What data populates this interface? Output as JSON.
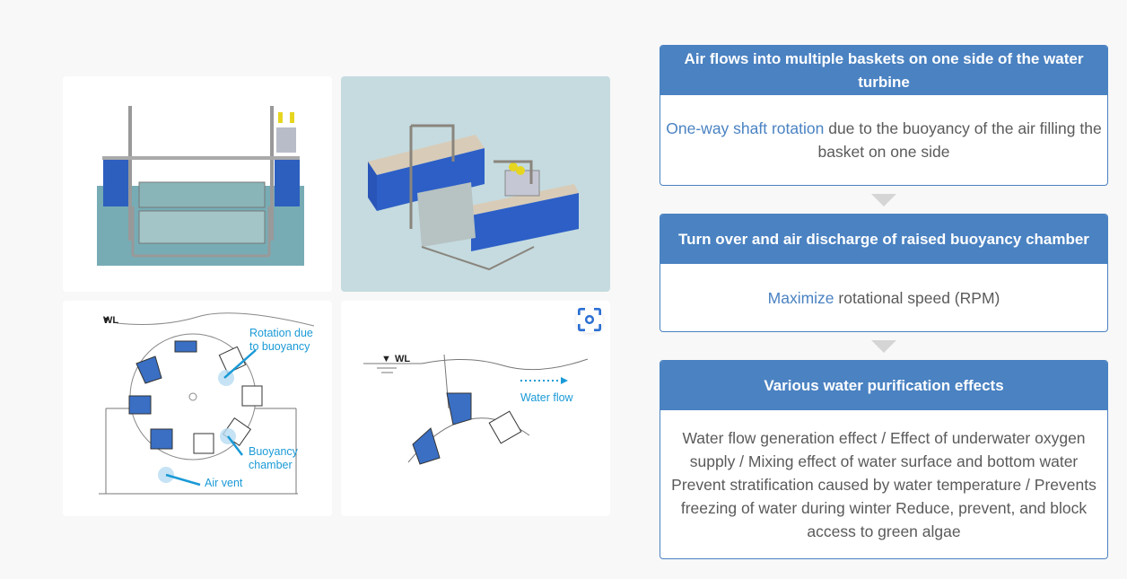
{
  "images": [
    {
      "alt": "Water turbine front view rendering"
    },
    {
      "alt": "Water turbine isometric rendering floating on water"
    },
    {
      "alt": "Rotation mechanism diagram",
      "labels": {
        "water_level": "WL",
        "rotation": "Rotation due to buoyancy",
        "rotation_line1": "Rotation due",
        "rotation_line2": "to buoyancy",
        "chamber_line1": "Buoyancy",
        "chamber_line2": "chamber",
        "air_vent": "Air vent"
      }
    },
    {
      "alt": "Water flow diagram",
      "labels": {
        "water_level": "WL",
        "water_flow": "Water flow"
      },
      "zoom_icon": "zoom-in-icon"
    }
  ],
  "flow": [
    {
      "title": "Air flows into multiple baskets on one side of the water turbine",
      "highlight": "One-way shaft rotation",
      "text": " due to the buoyancy of the air filling the basket on one side"
    },
    {
      "title": "Turn over and air discharge of raised buoyancy chamber",
      "highlight": "Maximize",
      "text": " rotational speed (RPM)"
    },
    {
      "title": "Various water purification effects",
      "highlight": "",
      "text": "Water flow generation effect / Effect of underwater oxygen supply / Mixing effect of water surface and bottom water Prevent stratification caused by water temperature / Prevents freezing of water during winter Reduce, prevent, and block access to green algae"
    }
  ],
  "colors": {
    "accent": "#4a82c2",
    "body_text": "#5a5a5a",
    "arrow": "#d5d5d5",
    "diagram_label": "#1a9ad6"
  }
}
